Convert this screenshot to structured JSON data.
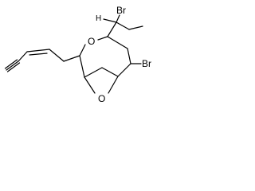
{
  "structure": {
    "atoms": {
      "o_ring": "O",
      "o_bridge": "O",
      "br_side": "Br",
      "br_ring": "Br",
      "h_stereo": "H"
    },
    "colors": {
      "bond": "#000000",
      "text": "#000000",
      "background": "#ffffff"
    }
  }
}
